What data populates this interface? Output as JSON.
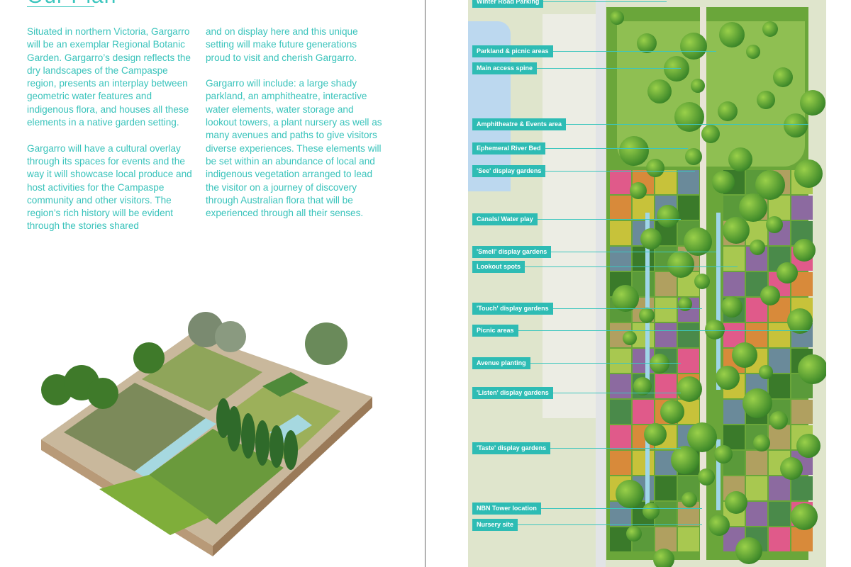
{
  "title": "Our Plan",
  "col1": [
    "Situated in northern Victoria, Gargarro will be an exemplar Regional Botanic Garden. Gargarro’s design reflects the dry landscapes of the Campaspe region, presents an interplay between geometric water features and indigenous flora, and houses all these elements in a native garden setting.",
    "Gargarro will have a cultural overlay through its spaces for events and the way it will showcase local produce and host activities for the Campaspe community and other visitors. The region’s rich history will be evident through the stories shared"
  ],
  "col2": [
    "and on display here and this unique setting will make future generations proud to visit and cherish Gargarro.",
    "Gargarro will include: a large shady parkland, an amphitheatre, interactive water elements, water storage and lookout towers, a plant nursery as well as many avenues and paths to give visitors diverse experiences. These elements will be set within an abundance of local and indigenous vegetation arranged to lead the visitor on a journey of discovery through Australian flora that will be experienced through all their senses."
  ],
  "map": {
    "labels": [
      "Winter Road Parking",
      "Parkland & picnic areas",
      "Main access spine",
      "Amphitheatre & Events area",
      "Ephemeral River Bed",
      "'See' display gardens",
      "Canals/ Water play",
      "'Smell' display gardens",
      "Lookout spots",
      "'Touch' display gardens",
      "Picnic areas",
      "Avenue planting",
      "'Listen' display gardens",
      "'Taste' display gardens",
      "NBN Tower location",
      "Nursery site"
    ]
  }
}
